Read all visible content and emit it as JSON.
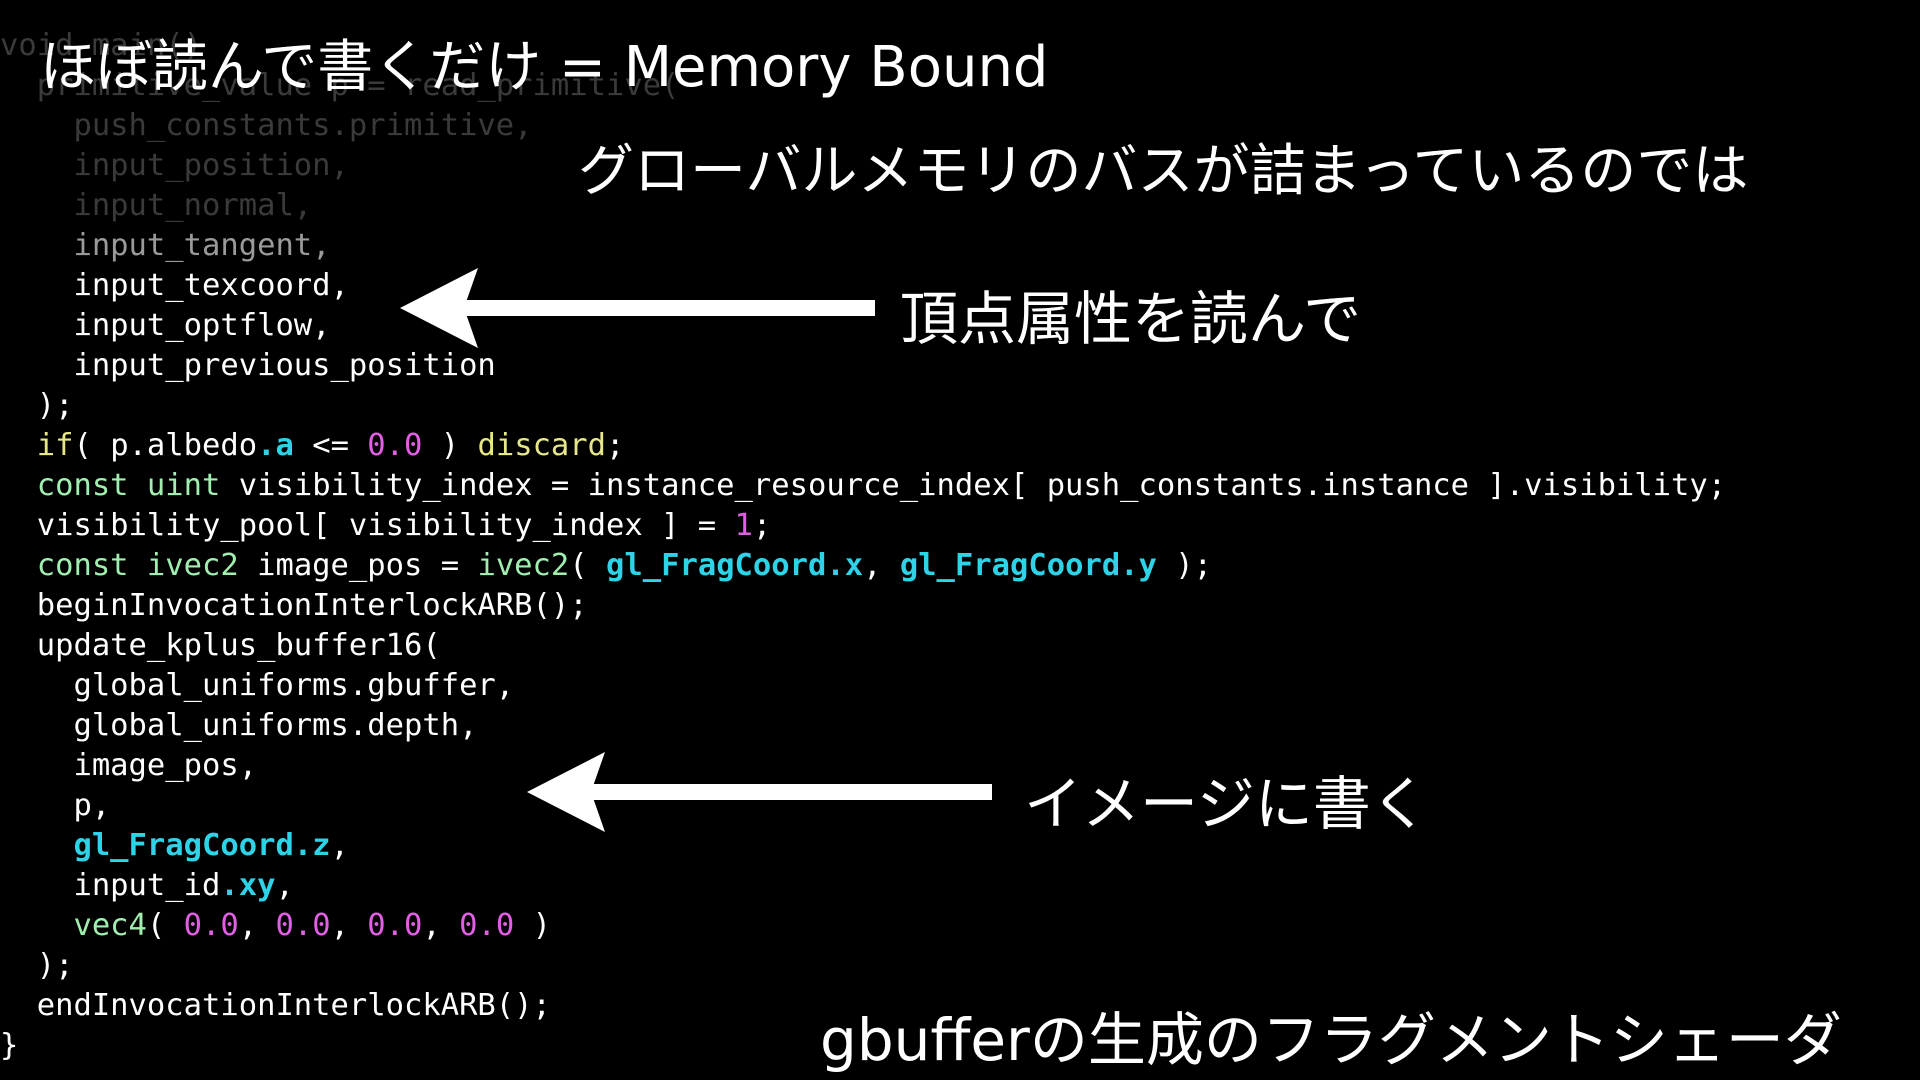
{
  "slide": {
    "title": "ほぼ読んで書くだけ = Memory Bound",
    "annotation_bus": "グローバルメモリのバスが詰まっているのでは",
    "annotation_read": "頂点属性を読んで",
    "annotation_write": "イメージに書く",
    "footer": "gbufferの生成のフラグメントシェーダ"
  },
  "colors": {
    "background": "#000000",
    "keyword": "#e7e78a",
    "type": "#a0eeb0",
    "number": "#e15fe3",
    "field": "#2ed3e8"
  },
  "code": {
    "lines": [
      [
        {
          "t": "void main()",
          "c": "dim"
        }
      ],
      [
        {
          "t": "  primitive_value p = read_primitive(",
          "c": "dim"
        }
      ],
      [
        {
          "t": "    push_constants.primitive,",
          "c": "dim"
        }
      ],
      [
        {
          "t": "    input_position,",
          "c": "dim"
        }
      ],
      [
        {
          "t": "    input_normal,",
          "c": "dim"
        }
      ],
      [
        {
          "t": "    input_tangent,",
          "c": "half"
        }
      ],
      [
        {
          "t": "    input_texcoord,",
          "c": "plain"
        }
      ],
      [
        {
          "t": "    input_optflow,",
          "c": "plain"
        }
      ],
      [
        {
          "t": "    input_previous_position",
          "c": "plain"
        }
      ],
      [
        {
          "t": "  );",
          "c": "plain"
        }
      ],
      [
        {
          "t": "  ",
          "c": "plain"
        },
        {
          "t": "if",
          "c": "kw"
        },
        {
          "t": "( p.albedo",
          "c": "plain"
        },
        {
          "t": ".a",
          "c": "fld"
        },
        {
          "t": " <= ",
          "c": "plain"
        },
        {
          "t": "0.0",
          "c": "num"
        },
        {
          "t": " ) ",
          "c": "plain"
        },
        {
          "t": "discard",
          "c": "kw"
        },
        {
          "t": ";",
          "c": "plain"
        }
      ],
      [
        {
          "t": "  ",
          "c": "plain"
        },
        {
          "t": "const uint",
          "c": "ty"
        },
        {
          "t": " visibility_index = instance_resource_index[ push_constants.instance ].visibility;",
          "c": "plain"
        }
      ],
      [
        {
          "t": "  visibility_pool[ visibility_index ] = ",
          "c": "plain"
        },
        {
          "t": "1",
          "c": "num"
        },
        {
          "t": ";",
          "c": "plain"
        }
      ],
      [
        {
          "t": "  ",
          "c": "plain"
        },
        {
          "t": "const ivec2",
          "c": "ty"
        },
        {
          "t": " image_pos = ",
          "c": "plain"
        },
        {
          "t": "ivec2",
          "c": "ty"
        },
        {
          "t": "( ",
          "c": "plain"
        },
        {
          "t": "gl_FragCoord.x",
          "c": "fld"
        },
        {
          "t": ", ",
          "c": "plain"
        },
        {
          "t": "gl_FragCoord.y",
          "c": "fld"
        },
        {
          "t": " );",
          "c": "plain"
        }
      ],
      [
        {
          "t": "  beginInvocationInterlockARB();",
          "c": "plain"
        }
      ],
      [
        {
          "t": "  update_kplus_buffer16(",
          "c": "plain"
        }
      ],
      [
        {
          "t": "    global_uniforms.gbuffer,",
          "c": "plain"
        }
      ],
      [
        {
          "t": "    global_uniforms.depth,",
          "c": "plain"
        }
      ],
      [
        {
          "t": "    image_pos,",
          "c": "plain"
        }
      ],
      [
        {
          "t": "    p,",
          "c": "plain"
        }
      ],
      [
        {
          "t": "    ",
          "c": "plain"
        },
        {
          "t": "gl_FragCoord.z",
          "c": "fld"
        },
        {
          "t": ",",
          "c": "plain"
        }
      ],
      [
        {
          "t": "    input_id",
          "c": "plain"
        },
        {
          "t": ".xy",
          "c": "fld"
        },
        {
          "t": ",",
          "c": "plain"
        }
      ],
      [
        {
          "t": "    ",
          "c": "plain"
        },
        {
          "t": "vec4",
          "c": "ty"
        },
        {
          "t": "( ",
          "c": "plain"
        },
        {
          "t": "0.0",
          "c": "num"
        },
        {
          "t": ", ",
          "c": "plain"
        },
        {
          "t": "0.0",
          "c": "num"
        },
        {
          "t": ", ",
          "c": "plain"
        },
        {
          "t": "0.0",
          "c": "num"
        },
        {
          "t": ", ",
          "c": "plain"
        },
        {
          "t": "0.0",
          "c": "num"
        },
        {
          "t": " )",
          "c": "plain"
        }
      ],
      [
        {
          "t": "  );",
          "c": "plain"
        }
      ],
      [
        {
          "t": "  endInvocationInterlockARB();",
          "c": "plain"
        }
      ],
      [
        {
          "t": "}",
          "c": "plain"
        }
      ]
    ]
  }
}
